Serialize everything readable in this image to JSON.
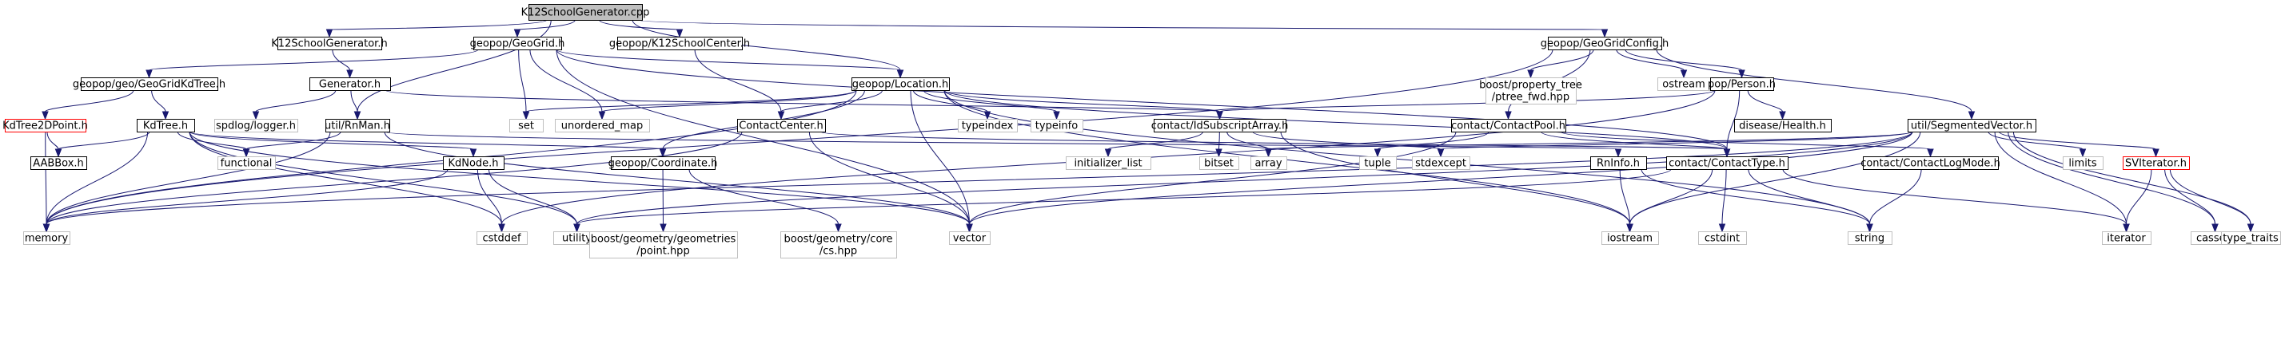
{
  "colors": {
    "edge": "#191970",
    "box_default": "#000000",
    "box_external": "#bfbfbf",
    "box_truncated": "#ff0000",
    "root_fill": "#bfbfbf",
    "text_default": "#000000",
    "text_external": "#000000"
  },
  "nodes": [
    {
      "id": "root",
      "lines": [
        "K12SchoolGenerator.cpp"
      ],
      "kind": "root"
    },
    {
      "id": "k12h",
      "lines": [
        "K12SchoolGenerator.h"
      ],
      "kind": "normal"
    },
    {
      "id": "geogrid",
      "lines": [
        "geopop/GeoGrid.h"
      ],
      "kind": "normal"
    },
    {
      "id": "k12center",
      "lines": [
        "geopop/K12SchoolCenter.h"
      ],
      "kind": "normal"
    },
    {
      "id": "geogridcfg",
      "lines": [
        "geopop/GeoGridConfig.h"
      ],
      "kind": "normal"
    },
    {
      "id": "kdtree",
      "lines": [
        "geopop/geo/GeoGridKdTree.h"
      ],
      "kind": "normal"
    },
    {
      "id": "generator",
      "lines": [
        "Generator.h"
      ],
      "kind": "normal"
    },
    {
      "id": "location",
      "lines": [
        "geopop/Location.h"
      ],
      "kind": "normal"
    },
    {
      "id": "boostpt",
      "lines": [
        "boost/property_tree",
        "/ptree_fwd.hpp"
      ],
      "kind": "external"
    },
    {
      "id": "ostream",
      "lines": [
        "ostream"
      ],
      "kind": "external"
    },
    {
      "id": "person",
      "lines": [
        "pop/Person.h"
      ],
      "kind": "normal"
    },
    {
      "id": "kd2d",
      "lines": [
        "KdTree2DPoint.h"
      ],
      "kind": "truncated"
    },
    {
      "id": "kdtreeh",
      "lines": [
        "KdTree.h"
      ],
      "kind": "normal"
    },
    {
      "id": "spdlog",
      "lines": [
        "spdlog/logger.h"
      ],
      "kind": "external"
    },
    {
      "id": "rnman",
      "lines": [
        "util/RnMan.h"
      ],
      "kind": "normal"
    },
    {
      "id": "set",
      "lines": [
        "set"
      ],
      "kind": "external"
    },
    {
      "id": "umap",
      "lines": [
        "unordered_map"
      ],
      "kind": "external"
    },
    {
      "id": "ccenter",
      "lines": [
        "ContactCenter.h"
      ],
      "kind": "normal"
    },
    {
      "id": "typeindex",
      "lines": [
        "typeindex"
      ],
      "kind": "external"
    },
    {
      "id": "typeinfo",
      "lines": [
        "typeinfo"
      ],
      "kind": "external"
    },
    {
      "id": "idsub",
      "lines": [
        "contact/IdSubscriptArray.h"
      ],
      "kind": "normal"
    },
    {
      "id": "cpool",
      "lines": [
        "contact/ContactPool.h"
      ],
      "kind": "normal"
    },
    {
      "id": "health",
      "lines": [
        "disease/Health.h"
      ],
      "kind": "normal"
    },
    {
      "id": "segvec",
      "lines": [
        "util/SegmentedVector.h"
      ],
      "kind": "normal"
    },
    {
      "id": "aabb",
      "lines": [
        "AABBox.h"
      ],
      "kind": "normal"
    },
    {
      "id": "functional",
      "lines": [
        "functional"
      ],
      "kind": "external"
    },
    {
      "id": "kdnode",
      "lines": [
        "KdNode.h"
      ],
      "kind": "normal"
    },
    {
      "id": "coord",
      "lines": [
        "geopop/Coordinate.h"
      ],
      "kind": "normal"
    },
    {
      "id": "initlist",
      "lines": [
        "initializer_list"
      ],
      "kind": "external"
    },
    {
      "id": "bitset",
      "lines": [
        "bitset"
      ],
      "kind": "external"
    },
    {
      "id": "array",
      "lines": [
        "array"
      ],
      "kind": "external"
    },
    {
      "id": "tuple",
      "lines": [
        "tuple"
      ],
      "kind": "external"
    },
    {
      "id": "stdexcept",
      "lines": [
        "stdexcept"
      ],
      "kind": "external"
    },
    {
      "id": "rninfo",
      "lines": [
        "RnInfo.h"
      ],
      "kind": "normal"
    },
    {
      "id": "ctype",
      "lines": [
        "contact/ContactType.h"
      ],
      "kind": "normal"
    },
    {
      "id": "clogmode",
      "lines": [
        "contact/ContactLogMode.h"
      ],
      "kind": "normal"
    },
    {
      "id": "limits",
      "lines": [
        "limits"
      ],
      "kind": "external"
    },
    {
      "id": "sviter",
      "lines": [
        "SVIterator.h"
      ],
      "kind": "truncated"
    },
    {
      "id": "memory",
      "lines": [
        "memory"
      ],
      "kind": "external"
    },
    {
      "id": "cstddef",
      "lines": [
        "cstddef"
      ],
      "kind": "external"
    },
    {
      "id": "utility",
      "lines": [
        "utility"
      ],
      "kind": "external"
    },
    {
      "id": "boostgeo",
      "lines": [
        "boost/geometry/geometries",
        "/point.hpp"
      ],
      "kind": "external"
    },
    {
      "id": "boostcore",
      "lines": [
        "boost/geometry/core",
        "/cs.hpp"
      ],
      "kind": "external"
    },
    {
      "id": "vector",
      "lines": [
        "vector"
      ],
      "kind": "external"
    },
    {
      "id": "iostream",
      "lines": [
        "iostream"
      ],
      "kind": "external"
    },
    {
      "id": "cstdint",
      "lines": [
        "cstdint"
      ],
      "kind": "external"
    },
    {
      "id": "string",
      "lines": [
        "string"
      ],
      "kind": "external"
    },
    {
      "id": "iterator",
      "lines": [
        "iterator"
      ],
      "kind": "external"
    },
    {
      "id": "cassert",
      "lines": [
        "cassert"
      ],
      "kind": "external"
    },
    {
      "id": "typetraits",
      "lines": [
        "type_traits"
      ],
      "kind": "external"
    }
  ],
  "edges": [
    [
      "root",
      "k12h"
    ],
    [
      "root",
      "geogrid"
    ],
    [
      "root",
      "k12center"
    ],
    [
      "root",
      "geogridcfg"
    ],
    [
      "root",
      "location"
    ],
    [
      "root",
      "rnman"
    ],
    [
      "k12h",
      "generator"
    ],
    [
      "geogrid",
      "kdtree"
    ],
    [
      "geogrid",
      "location"
    ],
    [
      "geogrid",
      "set"
    ],
    [
      "geogrid",
      "umap"
    ],
    [
      "geogrid",
      "vector"
    ],
    [
      "geogrid",
      "ctype"
    ],
    [
      "k12center",
      "ccenter"
    ],
    [
      "geogridcfg",
      "memory"
    ],
    [
      "geogridcfg",
      "boostpt"
    ],
    [
      "geogridcfg",
      "ostream"
    ],
    [
      "geogridcfg",
      "person"
    ],
    [
      "geogridcfg",
      "cpool"
    ],
    [
      "geogridcfg",
      "segvec"
    ],
    [
      "kdtree",
      "kd2d"
    ],
    [
      "kdtree",
      "kdtreeh"
    ],
    [
      "generator",
      "spdlog"
    ],
    [
      "generator",
      "rnman"
    ],
    [
      "generator",
      "idsub"
    ],
    [
      "location",
      "memory"
    ],
    [
      "location",
      "set"
    ],
    [
      "location",
      "umap"
    ],
    [
      "location",
      "ccenter"
    ],
    [
      "location",
      "typeindex"
    ],
    [
      "location",
      "typeinfo"
    ],
    [
      "location",
      "idsub"
    ],
    [
      "location",
      "coord"
    ],
    [
      "location",
      "vector"
    ],
    [
      "location",
      "ctype"
    ],
    [
      "location",
      "iostream"
    ],
    [
      "location",
      "string"
    ],
    [
      "person",
      "idsub"
    ],
    [
      "person",
      "health"
    ],
    [
      "person",
      "ctype"
    ],
    [
      "person",
      "cstddef"
    ],
    [
      "kd2d",
      "aabb"
    ],
    [
      "kd2d",
      "memory"
    ],
    [
      "kdtreeh",
      "aabb"
    ],
    [
      "kdtreeh",
      "functional"
    ],
    [
      "kdtreeh",
      "kdnode"
    ],
    [
      "kdtreeh",
      "memory"
    ],
    [
      "kdtreeh",
      "cstddef"
    ],
    [
      "kdtreeh",
      "utility"
    ],
    [
      "kdtreeh",
      "coord"
    ],
    [
      "kdtreeh",
      "vector"
    ],
    [
      "rnman",
      "functional"
    ],
    [
      "rnman",
      "memory"
    ],
    [
      "rnman",
      "rninfo"
    ],
    [
      "rnman",
      "vector"
    ],
    [
      "ccenter",
      "memory"
    ],
    [
      "ccenter",
      "vector"
    ],
    [
      "ccenter",
      "ctype"
    ],
    [
      "idsub",
      "initlist"
    ],
    [
      "idsub",
      "bitset"
    ],
    [
      "idsub",
      "array"
    ],
    [
      "idsub",
      "stdexcept"
    ],
    [
      "idsub",
      "iostream"
    ],
    [
      "cpool",
      "tuple"
    ],
    [
      "cpool",
      "ctype"
    ],
    [
      "cpool",
      "clogmode"
    ],
    [
      "cpool",
      "vector"
    ],
    [
      "segvec",
      "array"
    ],
    [
      "segvec",
      "stdexcept"
    ],
    [
      "segvec",
      "limits"
    ],
    [
      "segvec",
      "sviter"
    ],
    [
      "segvec",
      "iterator"
    ],
    [
      "segvec",
      "cassert"
    ],
    [
      "segvec",
      "typetraits"
    ],
    [
      "segvec",
      "utility"
    ],
    [
      "segvec",
      "vector"
    ],
    [
      "segvec",
      "iostream"
    ],
    [
      "segvec",
      "memory"
    ],
    [
      "kdnode",
      "memory"
    ],
    [
      "kdnode",
      "cstddef"
    ],
    [
      "kdnode",
      "utility"
    ],
    [
      "coord",
      "boostgeo"
    ],
    [
      "coord",
      "boostcore"
    ],
    [
      "rninfo",
      "iostream"
    ],
    [
      "rninfo",
      "string"
    ],
    [
      "ctype",
      "utility"
    ],
    [
      "ctype",
      "iostream"
    ],
    [
      "ctype",
      "cstdint"
    ],
    [
      "ctype",
      "string"
    ],
    [
      "ctype",
      "iterator"
    ],
    [
      "clogmode",
      "string"
    ],
    [
      "sviter",
      "iterator"
    ],
    [
      "sviter",
      "cassert"
    ],
    [
      "sviter",
      "typetraits"
    ]
  ]
}
